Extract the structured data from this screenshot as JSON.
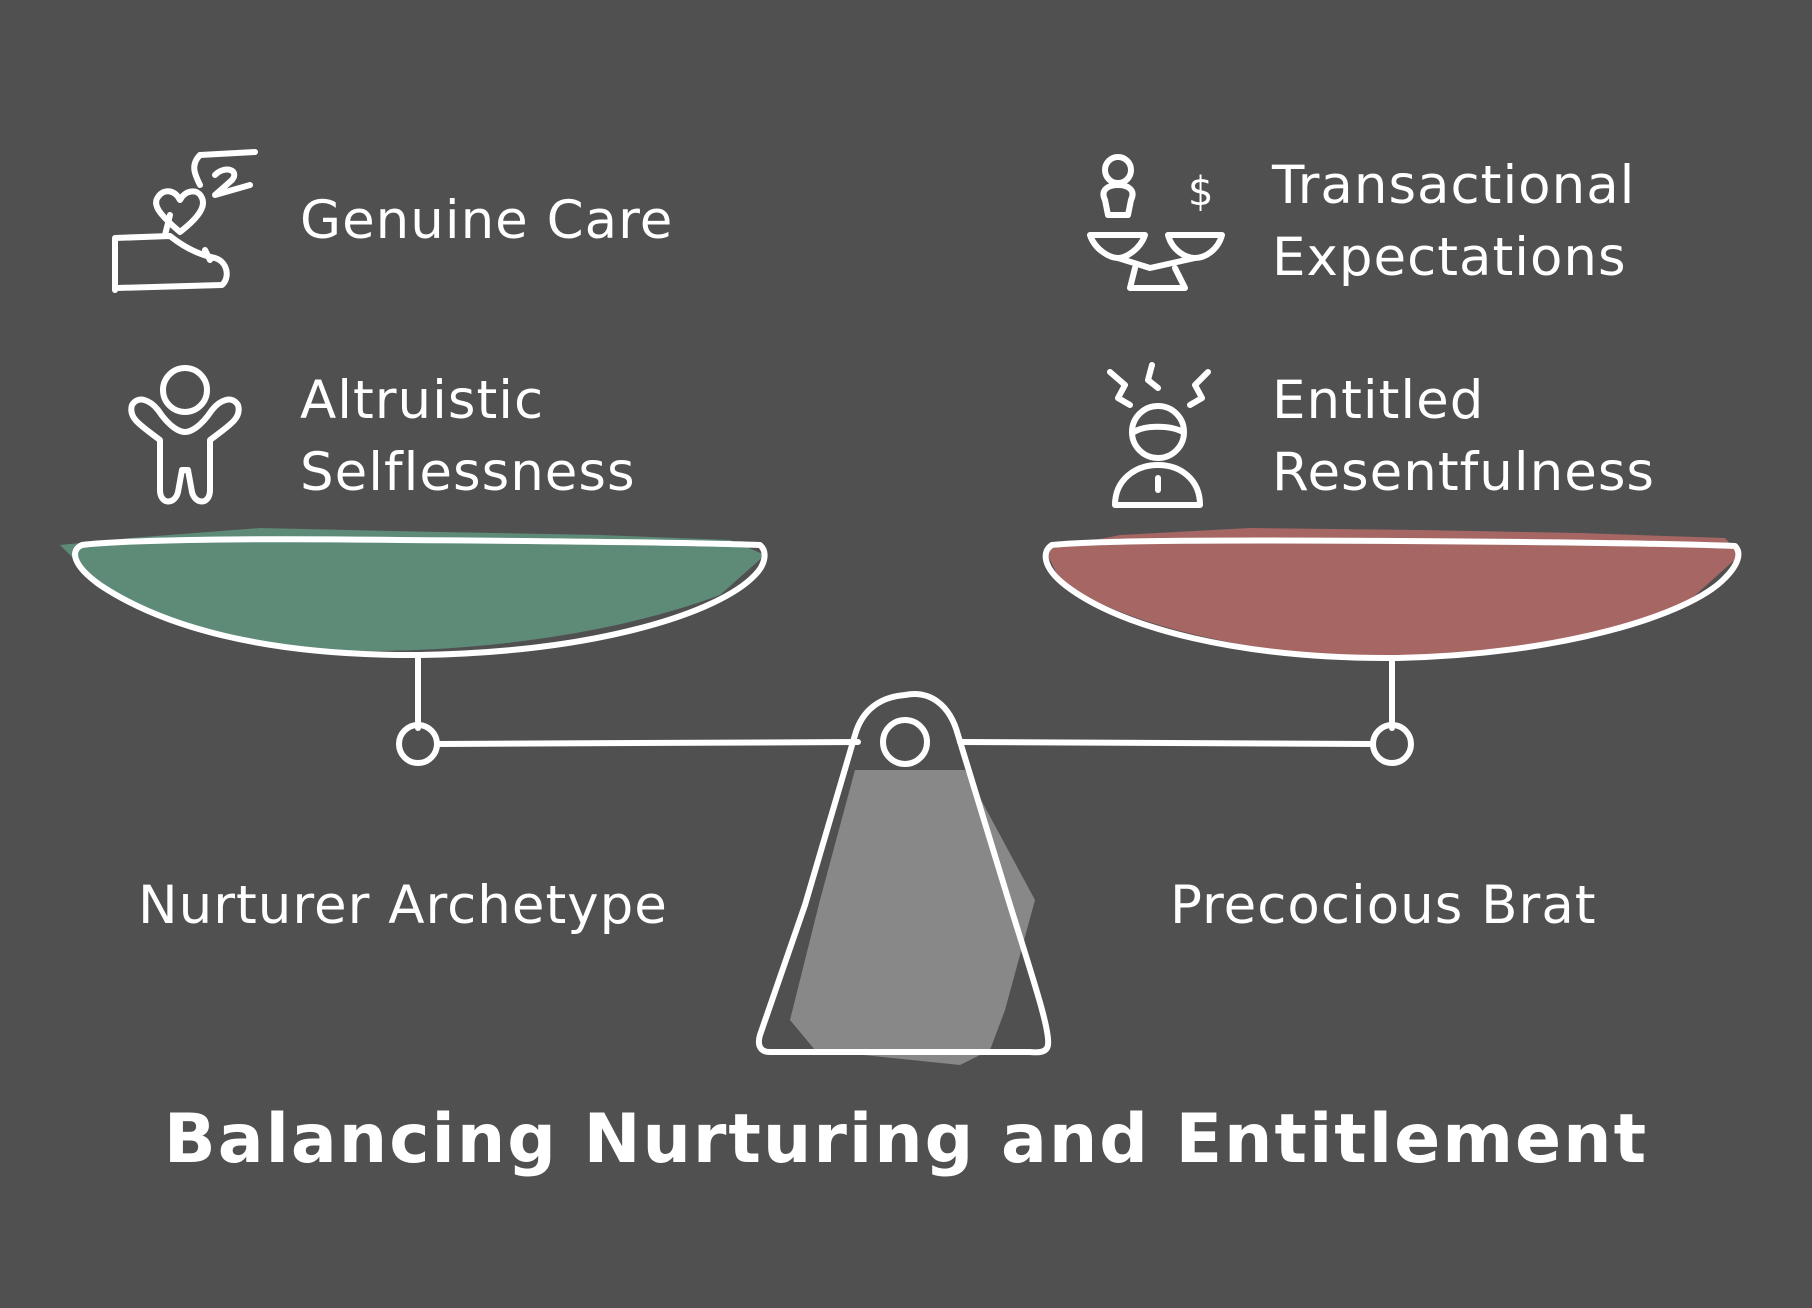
{
  "title": "Balancing Nurturing and Entitlement",
  "left": {
    "name": "Nurturer Archetype",
    "traits": [
      "Genuine Care",
      "Altruistic Selflessness"
    ],
    "icons": [
      "hand-heart-icon",
      "raised-arms-person-icon"
    ],
    "pan_color": "#5e8a78"
  },
  "right": {
    "name": "Precocious Brat",
    "traits": [
      "Transactional Expectations",
      "Entitled Resentfulness"
    ],
    "icons": [
      "person-money-scale-icon",
      "angry-person-icon"
    ],
    "pan_color": "#a56664"
  },
  "colors": {
    "background": "#505050",
    "stroke": "#ffffff",
    "base_fill": "#888888"
  }
}
